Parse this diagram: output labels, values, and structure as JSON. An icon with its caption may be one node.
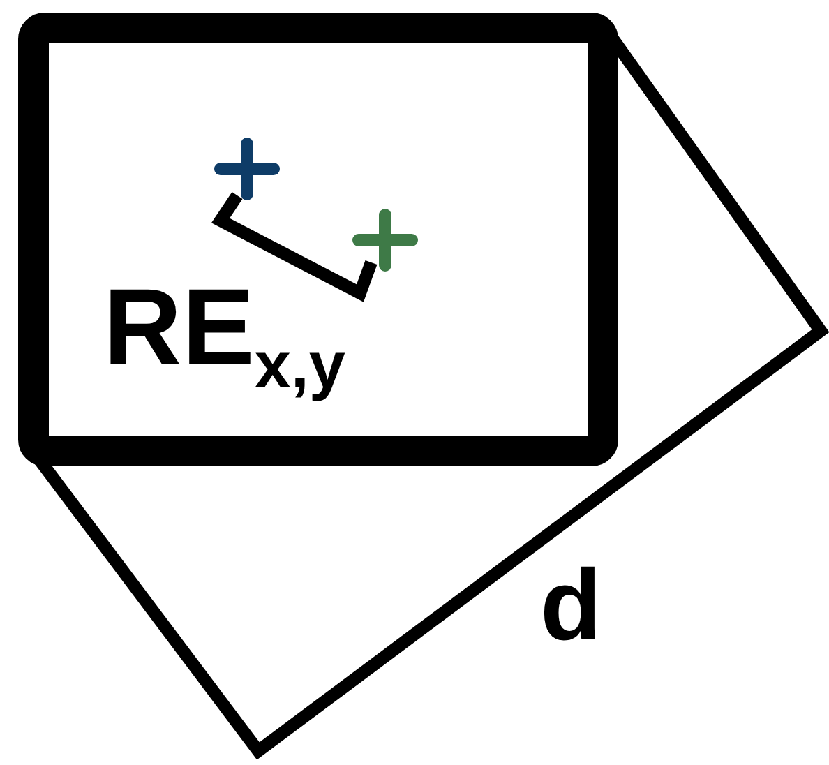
{
  "diagram": {
    "nodes": [
      {
        "text": [],
        "shape": "cross"
      },
      {
        "text": [],
        "shape": "cross"
      }
    ],
    "edges": [
      {
        "from": 0,
        "to": 1,
        "arrow": "none"
      }
    ],
    "labels": [
      "RE$_{x,y}$",
      "d"
    ]
  }
}
